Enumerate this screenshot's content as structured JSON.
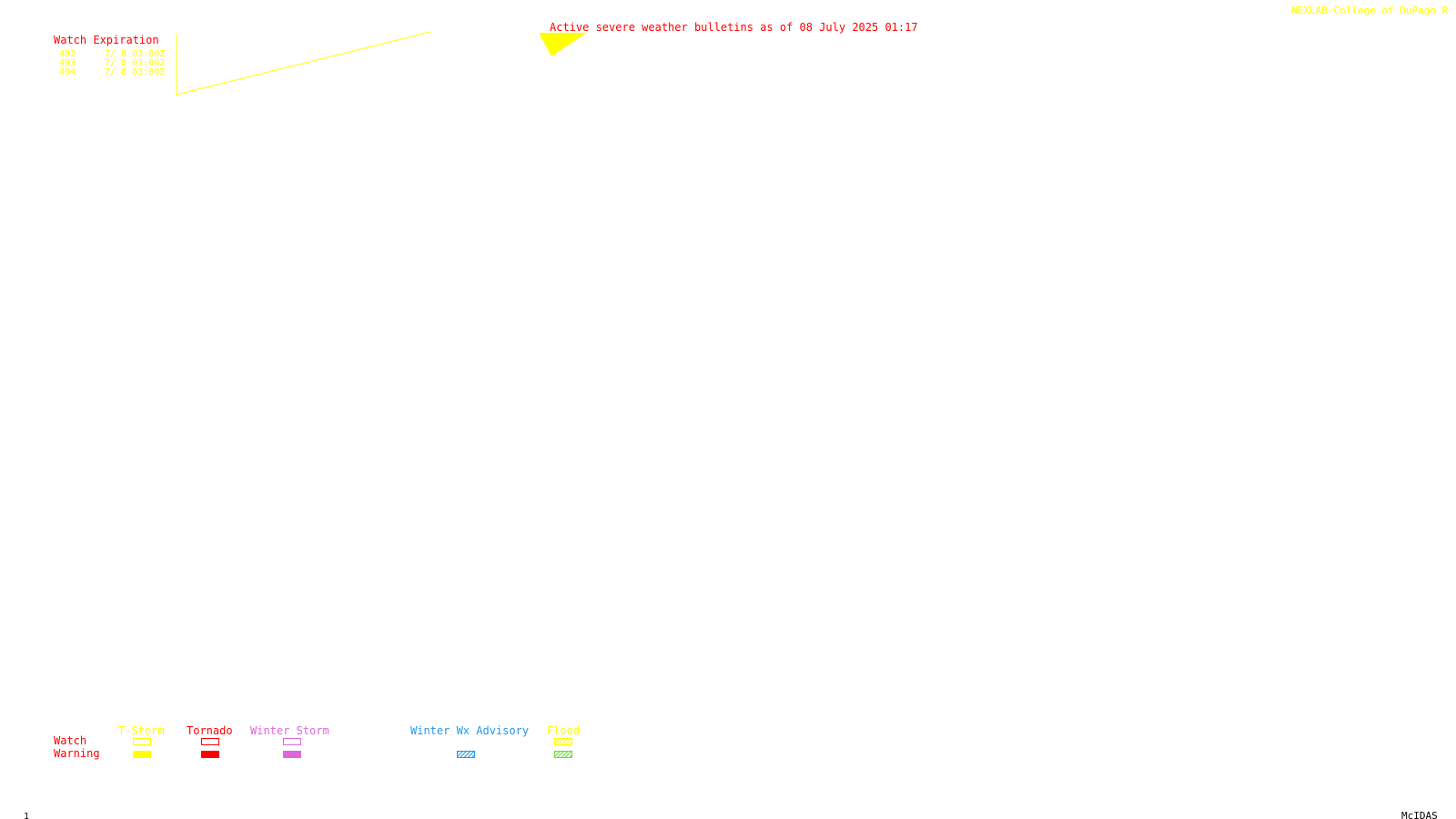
{
  "header": {
    "credit": "NEXLAB-College of DuPage R",
    "title": "Active severe weather bulletins as of 08 July 2025 01:17"
  },
  "watch_expiration": {
    "heading": "Watch Expiration",
    "rows": [
      {
        "id": "492",
        "expires": "7/ 8 03:00Z"
      },
      {
        "id": "493",
        "expires": "7/ 8 03:00Z"
      },
      {
        "id": "494",
        "expires": "7/ 8 03:00Z"
      }
    ]
  },
  "legend": {
    "row_labels": {
      "watch": "Watch",
      "warning": "Warning"
    },
    "categories": [
      {
        "label": "T-Storm",
        "color": "#ffff00"
      },
      {
        "label": "Tornado",
        "color": "#ff0000"
      },
      {
        "label": "Winter Storm",
        "color": "#dd66dd"
      },
      {
        "label": "Winter Wx Advisory",
        "color": "#2299ee"
      },
      {
        "label": "Flood",
        "color": "#ffff00",
        "warning_color": "#66dd33"
      }
    ]
  },
  "footer": {
    "frame_number": "1",
    "software": "McIDAS"
  },
  "colors": {
    "watch_polygon": "#ffff00",
    "title_red": "#ff0000"
  }
}
